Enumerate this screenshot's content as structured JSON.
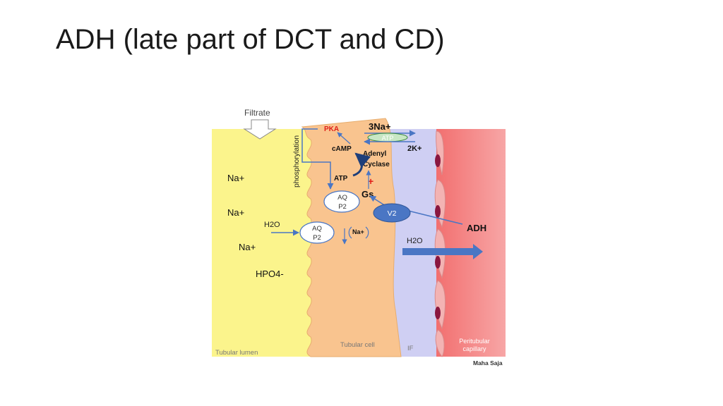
{
  "slide": {
    "title": "ADH (late part of DCT and CD)"
  },
  "diagram": {
    "filtrate": "Filtrate",
    "phosphorylation": "phosphorylation",
    "pka": "PKA",
    "na3": "3Na+",
    "atp_pump": "ATP",
    "k2": "2K+",
    "camp": "cAMP",
    "adenyl": "Adenyl",
    "cyclase": "Cyclase",
    "atp": "ATP",
    "plus": "+",
    "gs": "Gs",
    "aqp2_upper": [
      "AQ",
      "P2"
    ],
    "aqp2_lower": [
      "AQ",
      "P2"
    ],
    "v2": "V2",
    "adh": "ADH",
    "h2o_lumen": "H2O",
    "h2o_if": "H2O",
    "na_channel": "Na+",
    "lumen_ions": [
      "Na+",
      "Na+",
      "Na+",
      "HPO4-"
    ],
    "tubular_lumen": "Tubular lumen",
    "tubular_cell": "Tubular cell",
    "if": "IF",
    "peritubular": [
      "Peritubular",
      "capillary"
    ],
    "credit": "Maha Saja"
  },
  "colors": {
    "lumen": "#fbf48c",
    "cell": "#f9c48f",
    "interstitial": "#cfcff3",
    "capillary": "#f48c8c",
    "v2": "#4a76c4",
    "arrow": "#4a76c4",
    "pka": "#e0201a"
  }
}
